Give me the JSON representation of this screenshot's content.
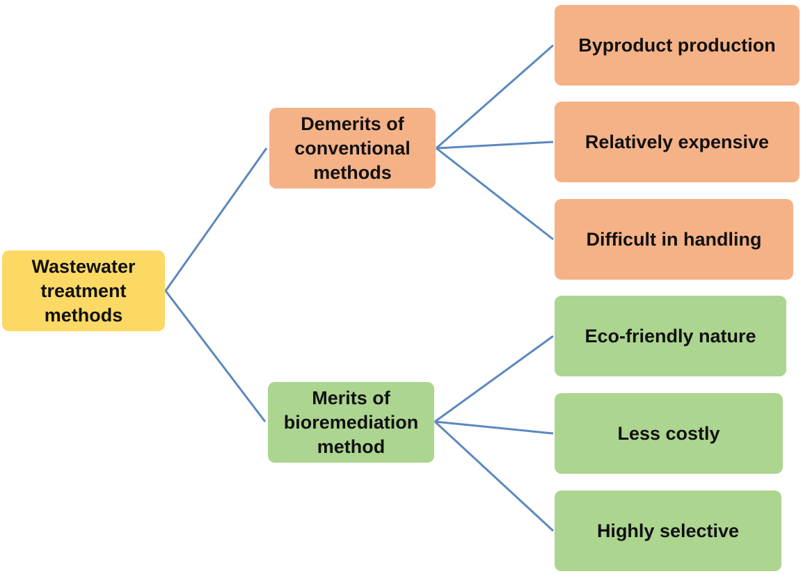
{
  "colors": {
    "root_fill": "#fcd964",
    "demerit_fill": "#f5b287",
    "merit_fill": "#acd590",
    "connector": "#5b88bf"
  },
  "root": {
    "label": "Wastewater treatment methods"
  },
  "demerits": {
    "label": "Demerits of conventional methods",
    "items": [
      "Byproduct production",
      "Relatively expensive",
      "Difficult in handling"
    ]
  },
  "merits": {
    "label": "Merits of bioremediation method",
    "items": [
      "Eco-friendly nature",
      "Less costly",
      "Highly selective"
    ]
  }
}
